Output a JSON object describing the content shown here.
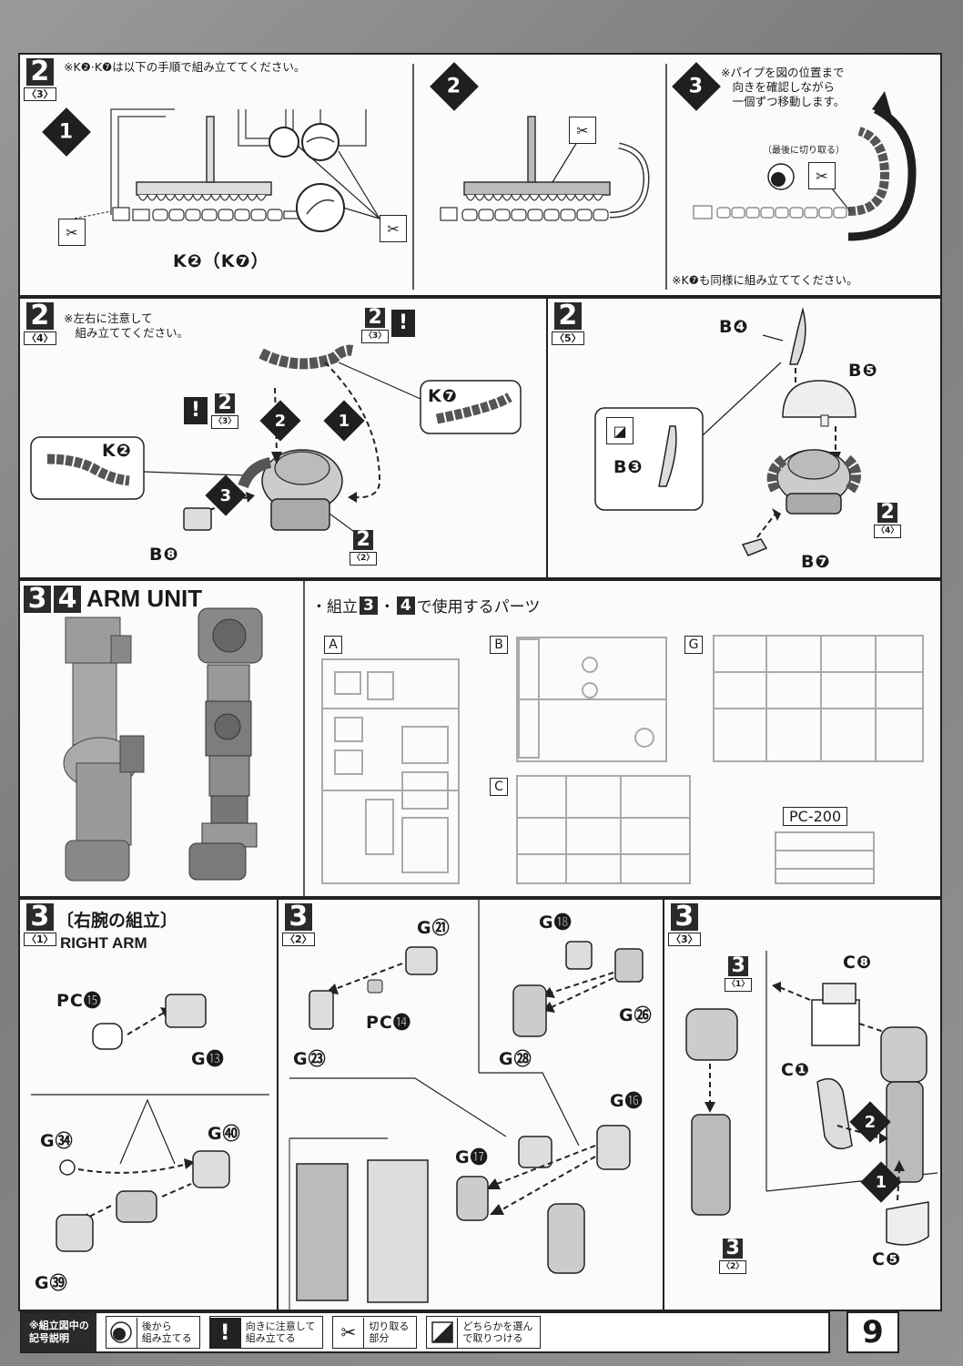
{
  "panel_2_3": {
    "step": "2",
    "sub": "〈3〉",
    "note": "※K❷·K❼は以下の手順で組み立ててください。",
    "sub1_num": "1",
    "sub2_num": "2",
    "sub3_num": "3",
    "part_label": "K❷（K❼）",
    "note3": "※パイプを図の位置まで\n　向きを確認しながら\n　一個ずつ移動します。",
    "last_cut_label": "（最後に切り取る）",
    "footer_note": "※K❼も同様に組み立ててください。"
  },
  "panel_2_4": {
    "step": "2",
    "sub": "〈4〉",
    "note": "※左右に注意して\n　組み立ててください。",
    "ref_step": "2",
    "ref_sub": "〈3〉",
    "ref2_step": "2",
    "ref2_sub": "〈3〉",
    "ref3_step": "2",
    "ref3_sub": "〈2〉",
    "label_k7": "K❼",
    "label_k2": "K❷",
    "label_b8": "B❽",
    "n1": "1",
    "n2": "2",
    "n3": "3"
  },
  "panel_2_5": {
    "step": "2",
    "sub": "〈5〉",
    "label_b4": "B❹",
    "label_b5": "B❺",
    "label_b3": "B❸",
    "label_b7": "B❼",
    "ref_step": "2",
    "ref_sub": "〈4〉"
  },
  "arm_unit": {
    "step_a": "3",
    "step_b": "4",
    "title": "ARM UNIT",
    "parts_heading_a": "・組立",
    "parts_heading_n3": "3",
    "parts_heading_dot": "・",
    "parts_heading_n4": "4",
    "parts_heading_b": "で使用するパーツ",
    "runners": [
      "A",
      "B",
      "G",
      "C"
    ],
    "pc_label": "PC-200"
  },
  "panel_3_1": {
    "step": "3",
    "sub": "〈1〉",
    "title_jp": "〔右腕の組立〕",
    "title_en": "RIGHT ARM",
    "label_pc15": "PC⓯",
    "label_g13": "G⓭",
    "label_g34": "G㉞",
    "label_g40": "G㊵",
    "label_g39": "G㊴"
  },
  "panel_3_2": {
    "step": "3",
    "sub": "〈2〉",
    "label_g21": "G㉑",
    "label_pc14": "PC⓮",
    "label_g23": "G㉓",
    "label_g18": "G⓲",
    "label_g26": "G㉖",
    "label_g28": "G㉘",
    "label_g16": "G⓰",
    "label_g17": "G⓱"
  },
  "panel_3_3": {
    "step": "3",
    "sub": "〈3〉",
    "ref1_step": "3",
    "ref1_sub": "〈1〉",
    "ref2_step": "3",
    "ref2_sub": "〈2〉",
    "label_c8": "C❽",
    "label_c1": "C❶",
    "label_c5": "C❺",
    "n1": "1",
    "n2": "2"
  },
  "legend": {
    "title": "※組立図中の\n記号説明",
    "items": [
      {
        "icon": "back-assembly-icon",
        "text": "後から\n組み立てる"
      },
      {
        "icon": "caution-icon",
        "text": "向きに注意して\n組み立てる"
      },
      {
        "icon": "cut-icon",
        "text": "切り取る\n部分"
      },
      {
        "icon": "choose-icon",
        "text": "どちらかを選ん\nで取りつける"
      }
    ]
  },
  "page_number": "9"
}
